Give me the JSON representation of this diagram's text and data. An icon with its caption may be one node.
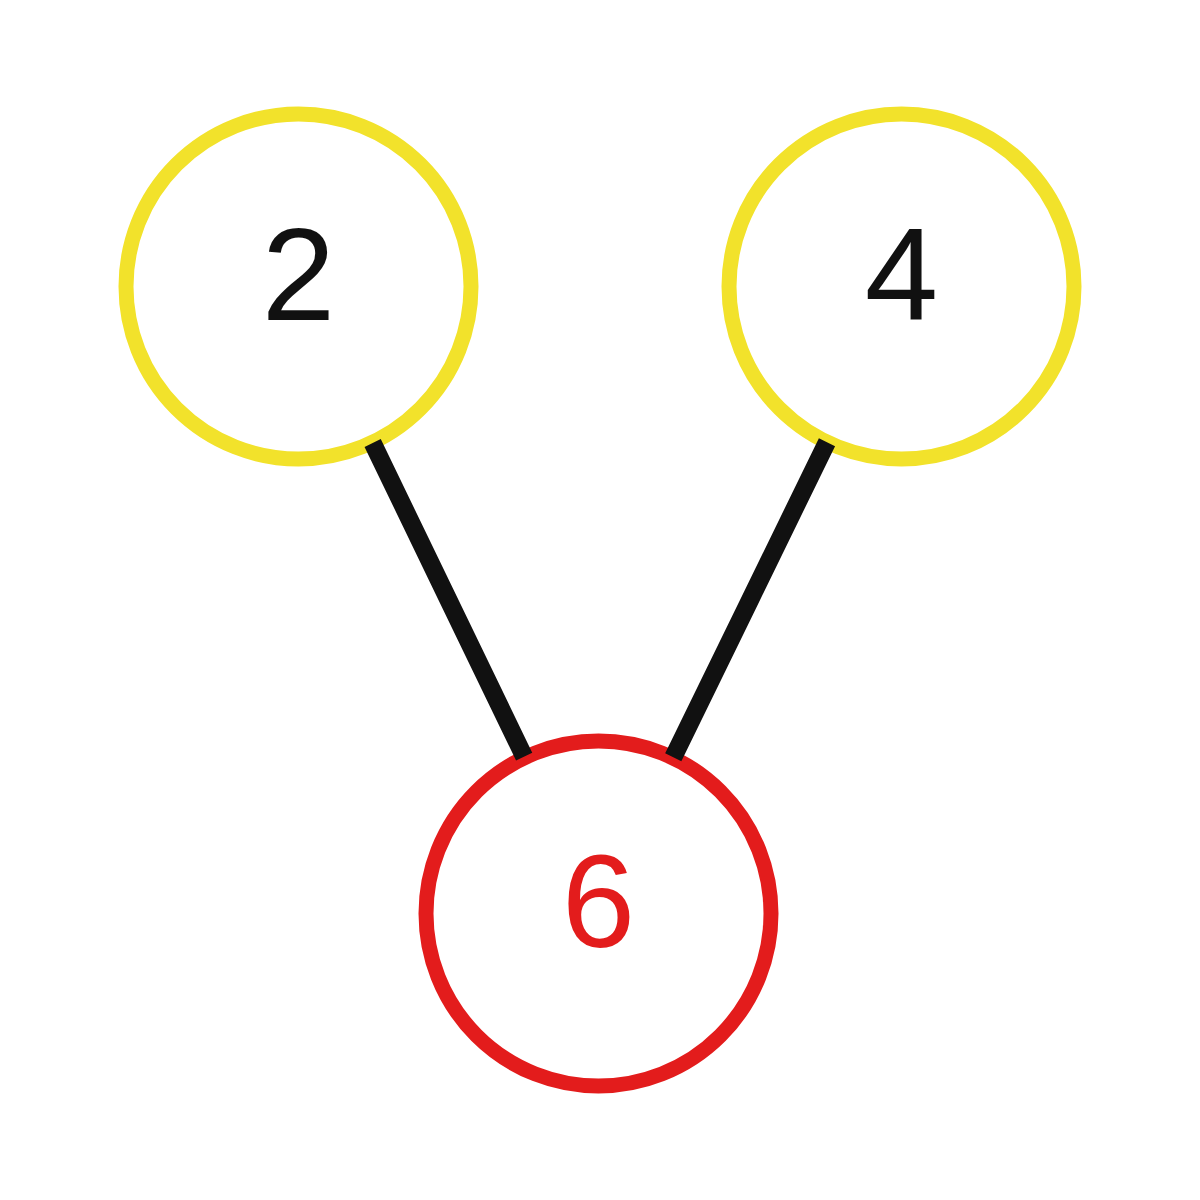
{
  "diagram": {
    "nodes": [
      {
        "text": [
          "2"
        ]
      },
      {
        "text": [
          "4"
        ]
      },
      {
        "text": [
          "6"
        ]
      }
    ],
    "edges": [
      {
        "from": 0,
        "to": 2,
        "arrow": "none"
      },
      {
        "from": 1,
        "to": 2,
        "arrow": "none"
      }
    ]
  }
}
